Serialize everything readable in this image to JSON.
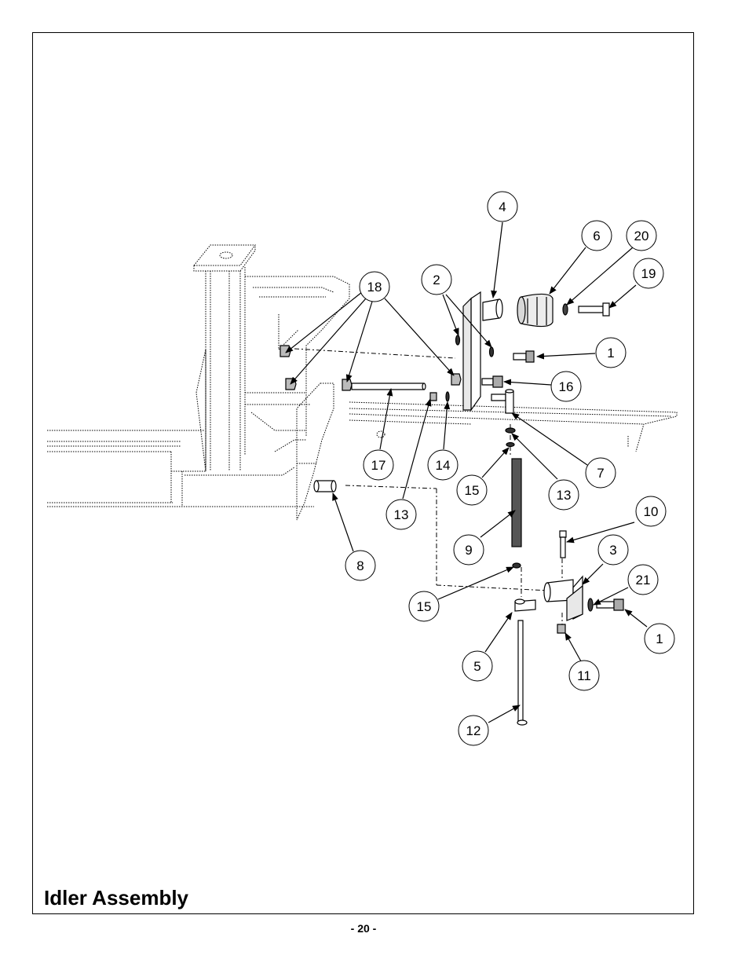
{
  "title": "Idler Assembly",
  "page_number": "- 20 -",
  "callouts": [
    {
      "label": "4"
    },
    {
      "label": "6"
    },
    {
      "label": "20"
    },
    {
      "label": "19"
    },
    {
      "label": "2"
    },
    {
      "label": "18"
    },
    {
      "label": "1"
    },
    {
      "label": "16"
    },
    {
      "label": "17"
    },
    {
      "label": "14"
    },
    {
      "label": "13"
    },
    {
      "label": "7"
    },
    {
      "label": "15"
    },
    {
      "label": "13"
    },
    {
      "label": "10"
    },
    {
      "label": "8"
    },
    {
      "label": "9"
    },
    {
      "label": "3"
    },
    {
      "label": "21"
    },
    {
      "label": "15"
    },
    {
      "label": "1"
    },
    {
      "label": "5"
    },
    {
      "label": "11"
    },
    {
      "label": "12"
    }
  ]
}
